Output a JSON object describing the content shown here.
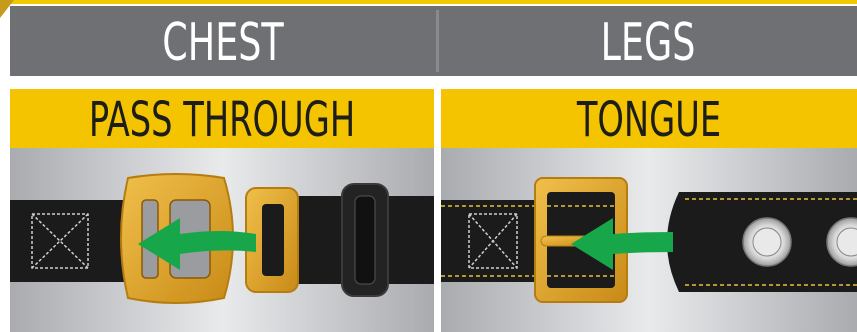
{
  "header": {
    "left_label": "CHEST",
    "right_label": "LEGS"
  },
  "left_panel": {
    "title": "PASS THROUGH"
  },
  "right_panel": {
    "title": "TONGUE"
  },
  "colors": {
    "header_gray": "#6f7074",
    "title_yellow": "#f4c400",
    "buckle_gold": "#e1a52a",
    "strap_black": "#1b1b1b",
    "arrow_green": "#18a64a",
    "accent_stitch": "#e8c23a"
  }
}
